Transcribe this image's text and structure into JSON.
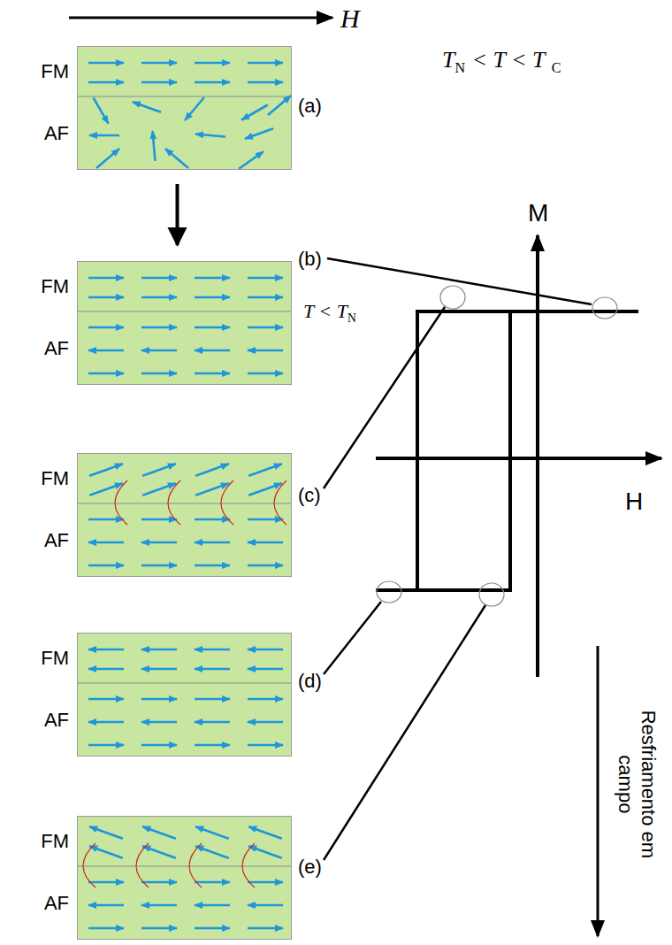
{
  "diagram": {
    "nodes": [
      {
        "text": [
          "FM",
          "AF"
        ]
      },
      {
        "text": [
          "FM",
          "AF"
        ]
      },
      {
        "text": [
          "FM",
          "AF"
        ]
      },
      {
        "text": [
          "FM",
          "AF"
        ]
      },
      {
        "text": [
          "FM",
          "AF"
        ]
      }
    ],
    "edges": [
      {
        "from": 0,
        "to": 1,
        "arrow": "to"
      }
    ],
    "labels": [
      "H",
      "(a)",
      "T",
      "N",
      "< T < T",
      "C",
      "(b)",
      "T < T",
      "N",
      "M",
      "(c)",
      "H",
      "(d)",
      "(e)",
      "Resfriamento em campo"
    ]
  }
}
